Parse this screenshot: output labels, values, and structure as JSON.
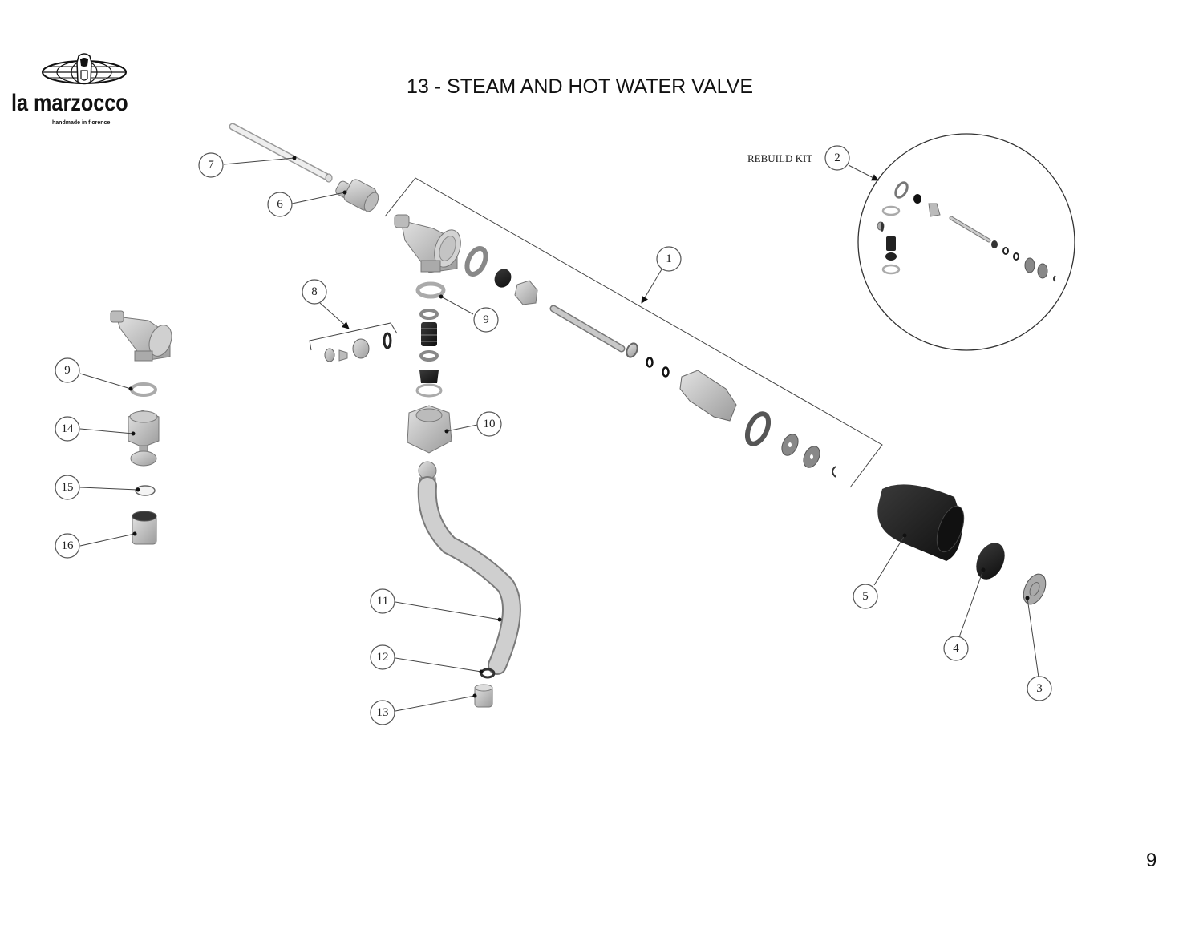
{
  "brand": {
    "name": "la marzocco",
    "tagline": "handmade in florence",
    "logo_icon": "globe-lion-icon"
  },
  "page": {
    "title": "13 - STEAM AND HOT WATER VALVE",
    "number": "9"
  },
  "rebuild_kit": {
    "label": "REBUILD KIT",
    "callout": "2"
  },
  "callouts": {
    "c1": "1",
    "c2": "2",
    "c3": "3",
    "c4": "4",
    "c5": "5",
    "c6": "6",
    "c7": "7",
    "c8": "8",
    "c9a": "9",
    "c9b": "9",
    "c10": "10",
    "c11": "11",
    "c12": "12",
    "c13": "13",
    "c14": "14",
    "c15": "15",
    "c16": "16"
  },
  "colors": {
    "part_light": "#c8c8c8",
    "part_mid": "#9a9a9a",
    "part_dark": "#1e1e1e",
    "outline": "#555555"
  }
}
